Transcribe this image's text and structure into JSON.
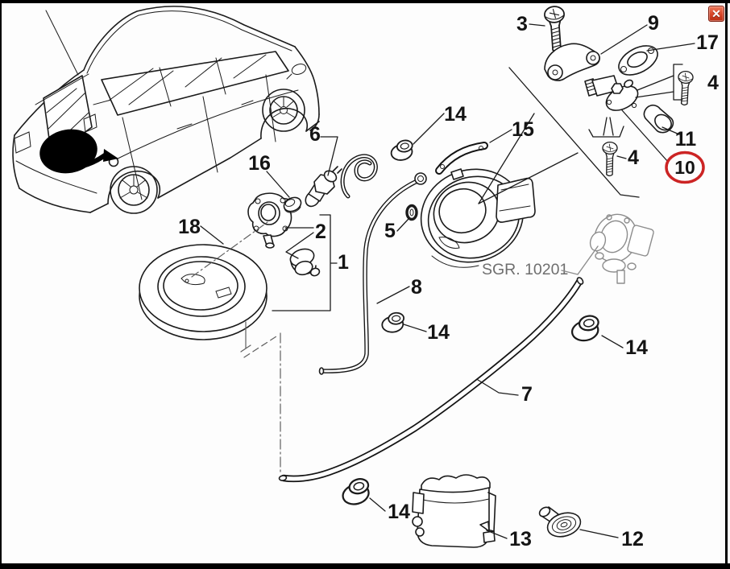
{
  "window": {
    "close_label": "✕"
  },
  "colors": {
    "highlight_ring": "#cc2424",
    "close_button": "#c23418",
    "reference_text": "#6e6e6e"
  },
  "diagram": {
    "reference_label": "SGR. 10201",
    "selected_part": "10",
    "callouts": {
      "c1": "1",
      "c2": "2",
      "c3": "3",
      "c4a": "4",
      "c4b": "4",
      "c5": "5",
      "c6": "6",
      "c7": "7",
      "c8": "8",
      "c9": "9",
      "c10": "10",
      "c11": "11",
      "c12": "12",
      "c13": "13",
      "c14a": "14",
      "c14b": "14",
      "c14c": "14",
      "c14d": "14",
      "c15": "15",
      "c16": "16",
      "c17": "17",
      "c18": "18"
    }
  }
}
